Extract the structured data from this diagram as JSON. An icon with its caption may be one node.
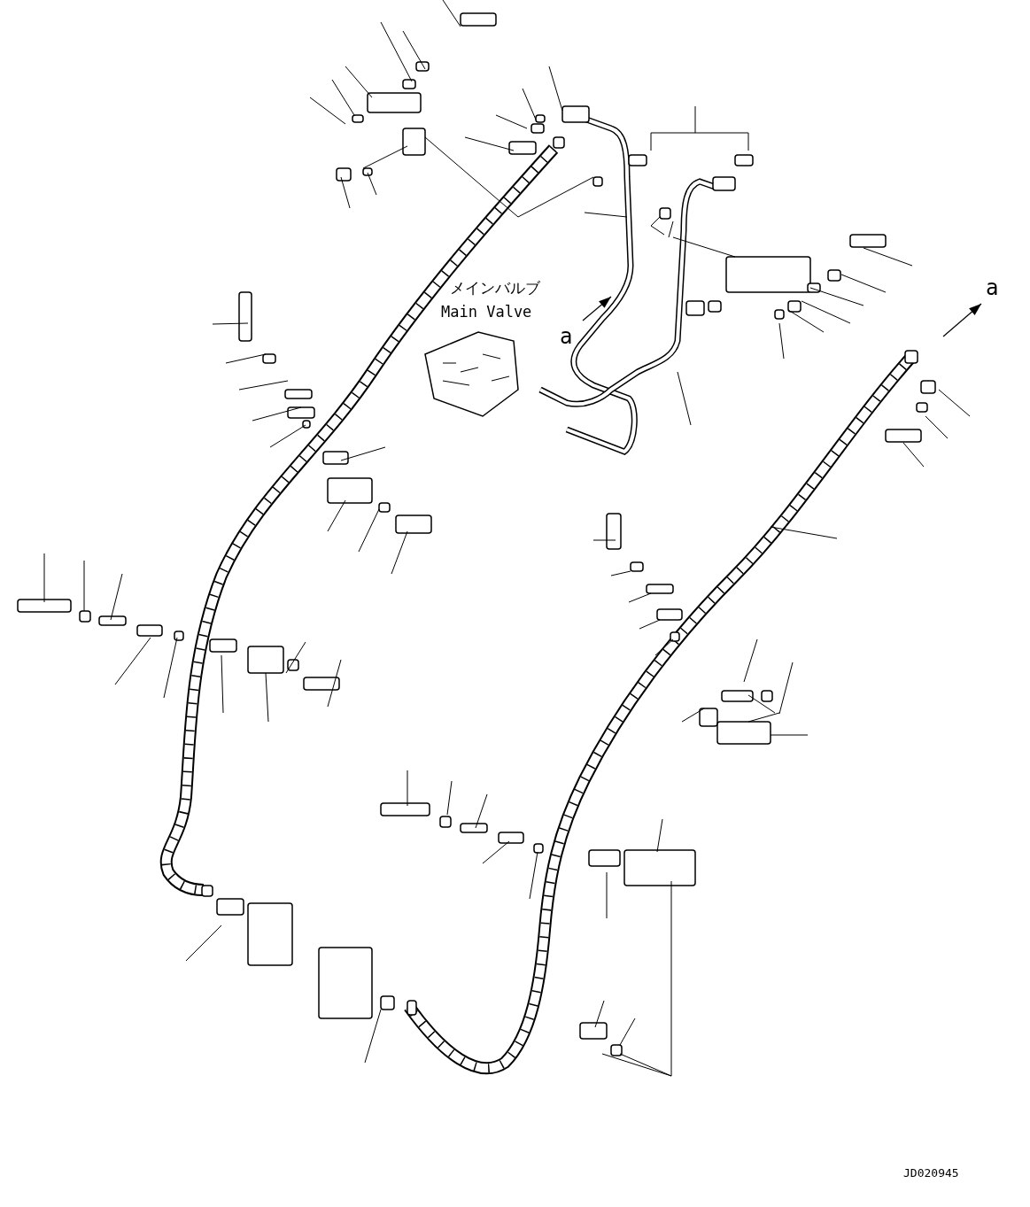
{
  "diagram": {
    "labels": [
      "メインバルブ",
      "Main Valve",
      "a",
      "a",
      "JD020945"
    ]
  }
}
